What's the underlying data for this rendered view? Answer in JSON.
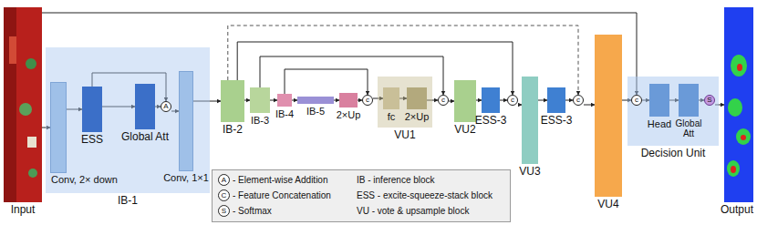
{
  "diagram": {
    "nodes": [
      {
        "text": [
          "Input"
        ]
      },
      {
        "text": [
          "IB-1"
        ]
      },
      {
        "text": [
          "Conv, 2× down"
        ],
        "in": 1
      },
      {
        "text": [
          "ESS"
        ],
        "in": 1
      },
      {
        "text": [
          "Global Att"
        ],
        "in": 1
      },
      {
        "text": [
          "A"
        ],
        "in": 1
      },
      {
        "text": [
          "Conv, 1×1"
        ],
        "in": 1
      },
      {
        "text": [
          "IB-2"
        ]
      },
      {
        "text": [
          "IB-3"
        ]
      },
      {
        "text": [
          "IB-4"
        ]
      },
      {
        "text": [
          "IB-5"
        ]
      },
      {
        "text": [
          "2×Up"
        ]
      },
      {
        "text": [
          "c"
        ]
      },
      {
        "text": [
          "VU1"
        ]
      },
      {
        "text": [
          "fc"
        ],
        "in": 13
      },
      {
        "text": [
          "2×Up"
        ],
        "in": 13
      },
      {
        "text": [
          "c"
        ]
      },
      {
        "text": [
          "VU2"
        ]
      },
      {
        "text": [
          "ESS-3"
        ]
      },
      {
        "text": [
          "c"
        ]
      },
      {
        "text": [
          "VU3"
        ]
      },
      {
        "text": [
          "ESS-3"
        ]
      },
      {
        "text": [
          "c"
        ]
      },
      {
        "text": [
          "VU4"
        ]
      },
      {
        "text": [
          "Decision Unit"
        ]
      },
      {
        "text": [
          "c"
        ],
        "in": 24
      },
      {
        "text": [
          "Head"
        ],
        "in": 24
      },
      {
        "text": [
          "Global Att"
        ],
        "in": 24
      },
      {
        "text": [
          "S"
        ],
        "in": 24
      },
      {
        "text": [
          "Output"
        ]
      }
    ],
    "edges": [
      {
        "from": 0,
        "to": 2,
        "arrow": "to"
      },
      {
        "from": 2,
        "to": 3,
        "arrow": "to"
      },
      {
        "from": 3,
        "to": 4,
        "arrow": "to"
      },
      {
        "from": 4,
        "to": 5,
        "arrow": "to"
      },
      {
        "from": 3,
        "to": 5,
        "arrow": "to"
      },
      {
        "from": 5,
        "to": 6,
        "arrow": "to"
      },
      {
        "from": 6,
        "to": 7,
        "arrow": "to"
      },
      {
        "from": 7,
        "to": 8,
        "arrow": "to"
      },
      {
        "from": 8,
        "to": 9,
        "arrow": "to"
      },
      {
        "from": 9,
        "to": 10,
        "arrow": "to"
      },
      {
        "from": 10,
        "to": 11,
        "arrow": "to"
      },
      {
        "from": 11,
        "to": 12,
        "arrow": "to"
      },
      {
        "from": 12,
        "to": 14,
        "arrow": "to"
      },
      {
        "from": 14,
        "to": 15,
        "arrow": "to"
      },
      {
        "from": 15,
        "to": 16,
        "arrow": "to"
      },
      {
        "from": 16,
        "to": 17,
        "arrow": "to"
      },
      {
        "from": 17,
        "to": 18,
        "arrow": "to"
      },
      {
        "from": 18,
        "to": 19,
        "arrow": "to"
      },
      {
        "from": 19,
        "to": 20,
        "arrow": "to"
      },
      {
        "from": 20,
        "to": 21,
        "arrow": "to"
      },
      {
        "from": 21,
        "to": 22,
        "arrow": "to"
      },
      {
        "from": 22,
        "to": 23,
        "arrow": "to"
      },
      {
        "from": 23,
        "to": 25,
        "arrow": "to"
      },
      {
        "from": 25,
        "to": 26,
        "arrow": "to"
      },
      {
        "from": 26,
        "to": 27,
        "arrow": "to"
      },
      {
        "from": 27,
        "to": 28,
        "arrow": "to"
      },
      {
        "from": 28,
        "to": 29,
        "arrow": "to"
      },
      {
        "from": 0,
        "to": 25,
        "arrow": "to"
      },
      {
        "from": 7,
        "to": 22,
        "arrow": "to"
      },
      {
        "from": 7,
        "to": 19,
        "arrow": "to"
      },
      {
        "from": 8,
        "to": 16,
        "arrow": "to"
      },
      {
        "from": 9,
        "to": 12,
        "arrow": "to"
      }
    ],
    "labels": [
      "A",
      "C",
      "S"
    ],
    "legend": [
      {
        "text": "- Element-wise Addition"
      },
      {
        "text": "IB - inference block"
      },
      {
        "text": "- Feature Concatenation"
      },
      {
        "text": "ESS - excite-squeeze-stack block"
      },
      {
        "text": "- Softmax"
      },
      {
        "text": "VU - vote & upsample block"
      }
    ]
  }
}
